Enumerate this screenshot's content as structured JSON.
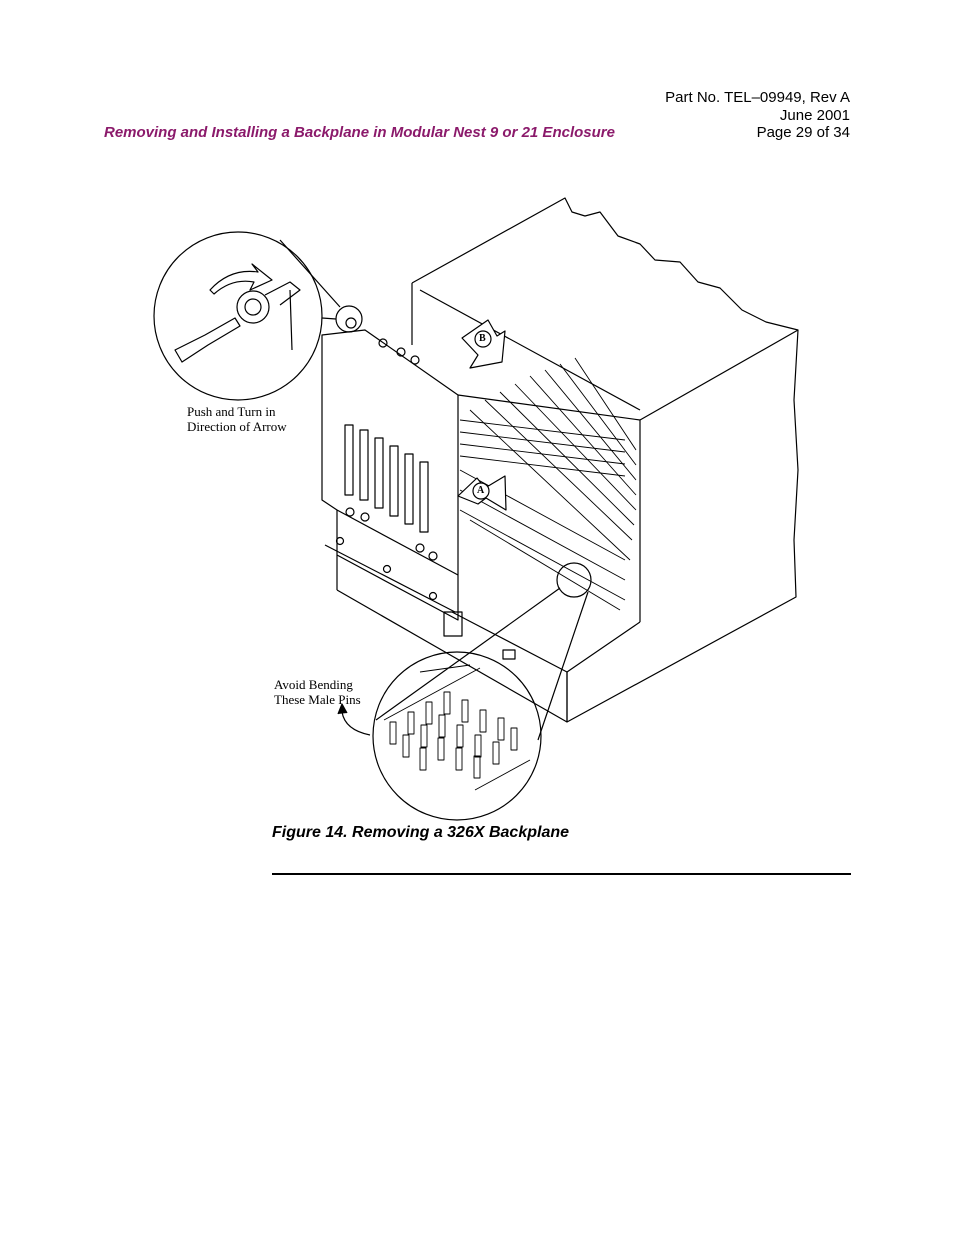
{
  "header": {
    "part_no": "Part No. TEL–09949, Rev A",
    "date": "June 2001",
    "page": "Page 29 of 34",
    "title": "Removing and Installing a Backplane in Modular Nest 9 or 21 Enclosure"
  },
  "figure": {
    "callout_top": [
      "Push and Turn in",
      "Direction of Arrow"
    ],
    "callout_bottom": [
      "Avoid Bending",
      "These Male Pins"
    ],
    "label_a": "A",
    "label_b": "B",
    "caption": "Figure 14.  Removing a 326X Backplane"
  },
  "colors": {
    "title": "#8b1a6b",
    "line": "#000000"
  }
}
